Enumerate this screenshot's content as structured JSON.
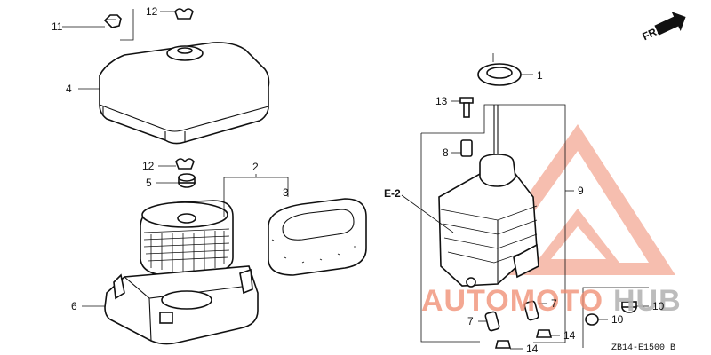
{
  "diagram": {
    "direction_marker": "FR.",
    "diagram_code": "ZB14-E1500 B",
    "watermark": {
      "prefix": "AUTOMOTO",
      "suffix": "HUB",
      "color": "#f08a6e",
      "accent": "#c8c8c8"
    },
    "labels": {
      "p1": "1",
      "p2": "2",
      "p3": "3",
      "p4": "4",
      "p5": "5",
      "p6": "6",
      "p7a": "7",
      "p7b": "7",
      "p8": "8",
      "p9": "9",
      "p10a": "10",
      "p10b": "10",
      "p11": "11",
      "p12a": "12",
      "p12b": "12",
      "p13": "13",
      "p14a": "14",
      "p14b": "14",
      "e2": "E-2"
    }
  }
}
